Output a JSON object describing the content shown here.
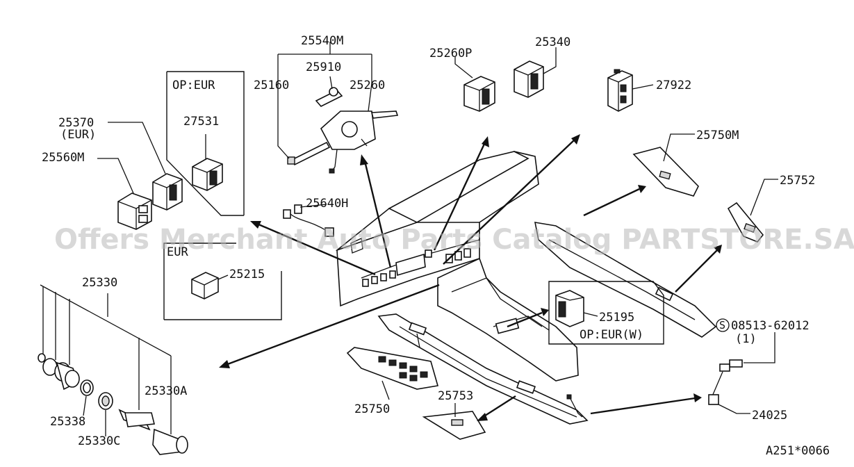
{
  "diagram": {
    "labels": {
      "p25540M": "25540M",
      "p25910": "25910",
      "p25160": "25160",
      "p25260": "25260",
      "p25260P": "25260P",
      "p25340": "25340",
      "p27922": "27922",
      "opEur": "OP:EUR",
      "p27531": "27531",
      "p25370": "25370",
      "eurNote": "(EUR)",
      "p25560M": "25560M",
      "p25640H": "25640H",
      "eurBox": "EUR",
      "p25215": "25215",
      "p25750M": "25750M",
      "p25752": "25752",
      "p25195": "25195",
      "opEurW": "OP:EUR(W)",
      "p08513": "08513-62012",
      "qty1": "(1)",
      "p25330": "25330",
      "p25330A": "25330A",
      "p25338": "25338",
      "p25330C": "25330C",
      "p25750": "25750",
      "p25753": "25753",
      "p24025": "24025",
      "figureRef": "A251*0066",
      "screwSymbol": "S"
    },
    "watermark": "Offers Merchant Auto Parts Catalog PARTSTORE.SA"
  }
}
